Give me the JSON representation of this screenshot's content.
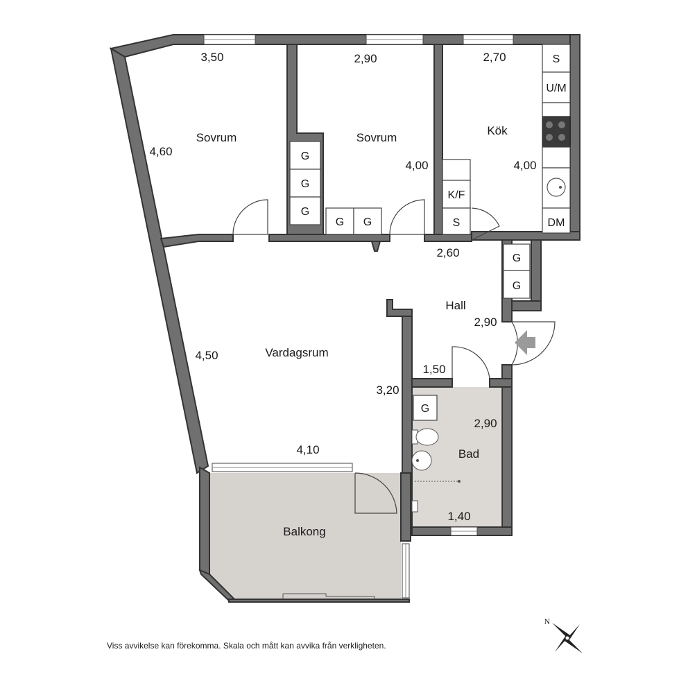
{
  "rooms": {
    "sovrum1": "Sovrum",
    "sovrum2": "Sovrum",
    "kok": "Kök",
    "hall": "Hall",
    "vardagsrum": "Vardagsrum",
    "bad": "Bad",
    "balkong": "Balkong"
  },
  "dimensions": {
    "sovrum1_width": "3,50",
    "sovrum1_depth": "4,60",
    "sovrum2_width": "2,90",
    "sovrum2_depth": "4,00",
    "kok_width": "2,70",
    "kok_depth": "4,00",
    "hall_width": "2,60",
    "hall_depth": "2,90",
    "hall_small": "1,50",
    "vardagsrum_depth": "4,50",
    "vardagsrum_width": "4,10",
    "vardagsrum_side": "3,20",
    "bad_depth": "2,90",
    "bad_width": "1,40"
  },
  "cabinets": {
    "g": "G",
    "kf": "K/F",
    "s": "S",
    "um": "U/M",
    "dm": "DM"
  },
  "compass": {
    "north": "N"
  },
  "colors": {
    "wall": "#707070",
    "balcony_fill": "#d6d2ce",
    "bath_fill": "#dcd8d4"
  },
  "disclaimer": "Viss avvikelse kan förekomma. Skala och mått kan avvika från verkligheten."
}
